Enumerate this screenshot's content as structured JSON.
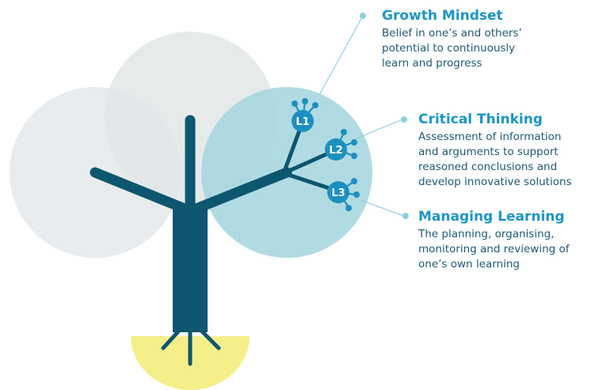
{
  "competences": [
    {
      "title": "Growth Mindset",
      "description": "Belief in one’s and others’\npotential to continuously\nlearn and progress"
    },
    {
      "title": "Critical Thinking",
      "description": "Assessment of information\nand arguments to support\nreasoned conclusions and\ndevelop innovative solutions"
    },
    {
      "title": "Managing Learning",
      "description": "The planning, organising,\nmonitoring and reviewing of\none’s own learning"
    }
  ],
  "nodes": [
    {
      "label": "L1"
    },
    {
      "label": "L2"
    },
    {
      "label": "L3"
    }
  ],
  "colors": {
    "trunk": "#0d5670",
    "node": "#1d8fc0",
    "title": "#1b95c8",
    "text": "#1d5a75",
    "circle_grey": "#e7eaec",
    "circle_active": "#a6d6df",
    "pot": "#f5ef8a",
    "connector": "#8ccfe0"
  }
}
